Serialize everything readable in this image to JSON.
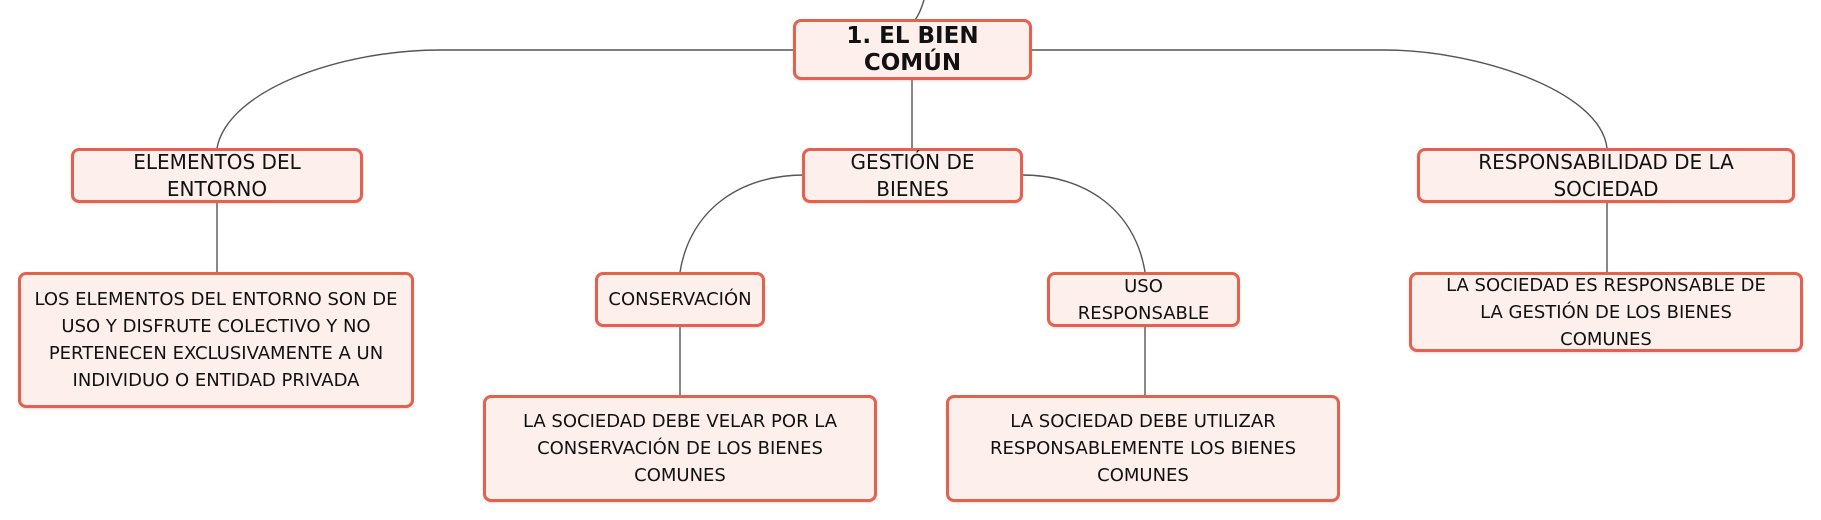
{
  "diagram": {
    "root": {
      "label": "1. EL BIEN COMÚN"
    },
    "entorno": {
      "label": "ELEMENTOS DEL ENTORNO"
    },
    "entorno_detail": {
      "label": "LOS ELEMENTOS DEL ENTORNO SON DE USO Y DISFRUTE COLECTIVO Y NO PERTENECEN EXCLUSIVAMENTE A UN INDIVIDUO O ENTIDAD PRIVADA"
    },
    "gestion": {
      "label": "GESTIÓN DE BIENES"
    },
    "conservacion": {
      "label": "CONSERVACIÓN"
    },
    "conservacion_detail": {
      "label": "LA SOCIEDAD DEBE VELAR POR LA CONSERVACIÓN DE LOS BIENES COMUNES"
    },
    "uso": {
      "label": "USO RESPONSABLE"
    },
    "uso_detail": {
      "label": "LA SOCIEDAD DEBE UTILIZAR RESPONSABLEMENTE LOS BIENES COMUNES"
    },
    "responsabilidad": {
      "label": "RESPONSABILIDAD DE LA SOCIEDAD"
    },
    "responsabilidad_detail": {
      "label": "LA SOCIEDAD ES RESPONSABLE DE LA GESTIÓN DE LOS BIENES COMUNES"
    }
  },
  "colors": {
    "node_border": "#e2614f",
    "node_fill": "#fdf0ec",
    "connector": "#555555"
  }
}
